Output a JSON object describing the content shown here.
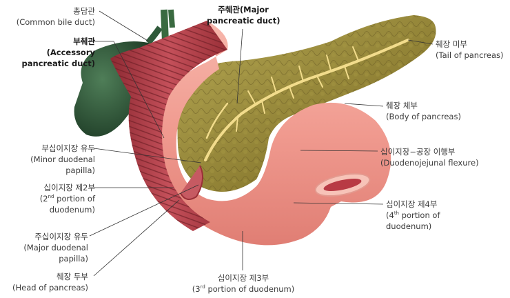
{
  "labels": {
    "common_bile_duct": {
      "ko": "총담관",
      "en": "(Common bile duct)"
    },
    "accessory_duct": {
      "ko": "부췌관",
      "en1": "(Accessory",
      "en2": "pancreatic duct)"
    },
    "main_duct": {
      "ko": "주췌관(Major",
      "en": "pancreatic duct)"
    },
    "tail": {
      "ko": "췌장 미부",
      "en": "(Tail of pancreas)"
    },
    "body": {
      "ko": "췌장 체부",
      "en": "(Body of pancreas)"
    },
    "flexure": {
      "ko": "십이지장−공장 이행부",
      "en": "(Duodenojejunal flexure)"
    },
    "minor_papilla": {
      "ko": "부십이지장 유두",
      "en1": "(Minor duodenal",
      "en2": "papilla)"
    },
    "second_portion": {
      "ko": "십이지장 제2부",
      "en_pre": "(2",
      "en_sup": "nd",
      "en_post": " portion of",
      "en2": "duodenum)"
    },
    "fourth_portion": {
      "ko": "십이지장 제4부",
      "en_pre": "(4",
      "en_sup": "th",
      "en_post": " portion of",
      "en2": "duodenum)"
    },
    "major_papilla": {
      "ko": "주십이지장 유두",
      "en1": "(Major duodenal",
      "en2": "papilla)"
    },
    "head": {
      "ko": "췌장 두부",
      "en": "(Head of pancreas)"
    },
    "third_portion": {
      "ko": "십이지장 제3부",
      "en_pre": "(3",
      "en_sup": "rd",
      "en_post": " portion of duodenum)"
    }
  },
  "colors": {
    "duodenum": "#f2a39a",
    "duodenum_inner": "#b83a44",
    "pancreas": "#9c8d3a",
    "gallbladder": "#2f5a3a",
    "duct": "#f0d98a"
  }
}
